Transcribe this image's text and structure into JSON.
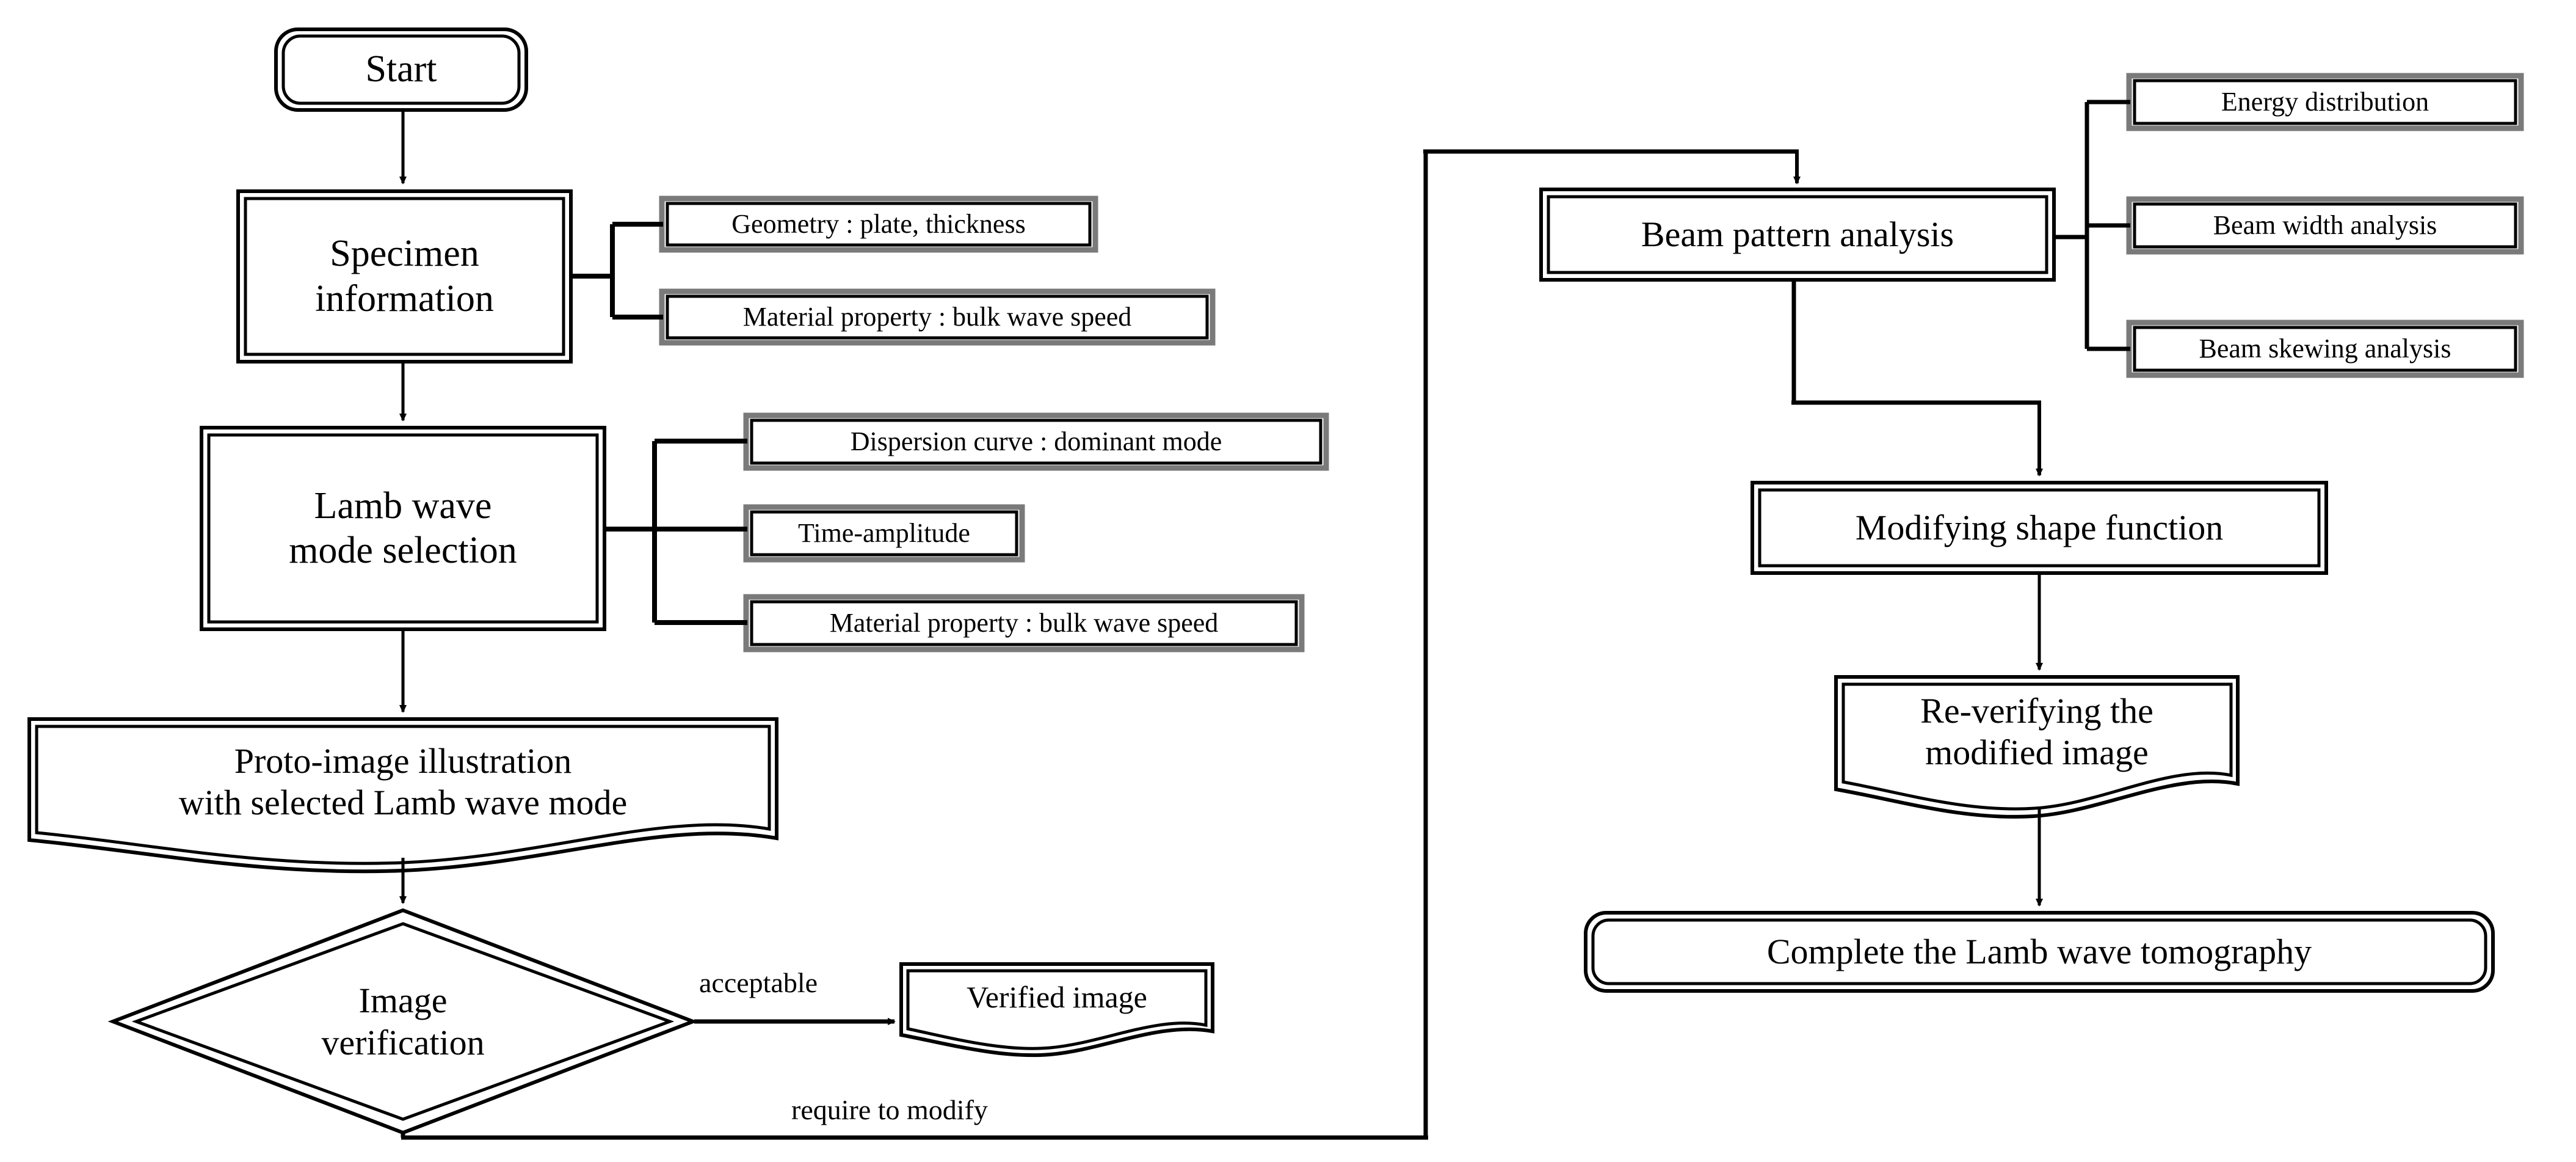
{
  "diagram": {
    "title": "Lamb wave tomography process flowchart",
    "colors": {
      "stroke": "#000000",
      "shadow": "#7a7a7a",
      "fill": "#ffffff",
      "text": "#000000"
    },
    "nodes": {
      "start": {
        "label": "Start",
        "shape": "terminator"
      },
      "specimen": {
        "label": "Specimen\ninformation",
        "shape": "double-rect"
      },
      "geometry": {
        "label": "Geometry : plate, thickness",
        "shape": "shadow-rect"
      },
      "material_1": {
        "label": "Material property : bulk wave speed",
        "shape": "shadow-rect"
      },
      "lamb_mode": {
        "label": "Lamb wave\nmode selection",
        "shape": "double-rect"
      },
      "dispersion": {
        "label": "Dispersion curve : dominant mode",
        "shape": "shadow-rect"
      },
      "time_amplitude": {
        "label": "Time-amplitude",
        "shape": "shadow-rect"
      },
      "material_2": {
        "label": "Material property : bulk wave speed",
        "shape": "shadow-rect"
      },
      "proto_image": {
        "label": "Proto-image illustration\nwith selected Lamb wave mode",
        "shape": "document"
      },
      "image_verify": {
        "label": "Image\nverification",
        "shape": "decision"
      },
      "verified_image": {
        "label": "Verified image",
        "shape": "document"
      },
      "beam_pattern": {
        "label": "Beam pattern analysis",
        "shape": "double-rect"
      },
      "energy_dist": {
        "label": "Energy distribution",
        "shape": "shadow-rect"
      },
      "beam_width": {
        "label": "Beam width analysis",
        "shape": "shadow-rect"
      },
      "beam_skewing": {
        "label": "Beam skewing analysis",
        "shape": "shadow-rect"
      },
      "modify_shape": {
        "label": "Modifying shape function",
        "shape": "double-rect"
      },
      "reverify": {
        "label": "Re-verifying the\nmodified image",
        "shape": "document"
      },
      "complete": {
        "label": "Complete the Lamb wave tomography",
        "shape": "terminator"
      }
    },
    "edge_labels": {
      "acceptable": "acceptable",
      "require_to_modify": "require to modify"
    }
  }
}
